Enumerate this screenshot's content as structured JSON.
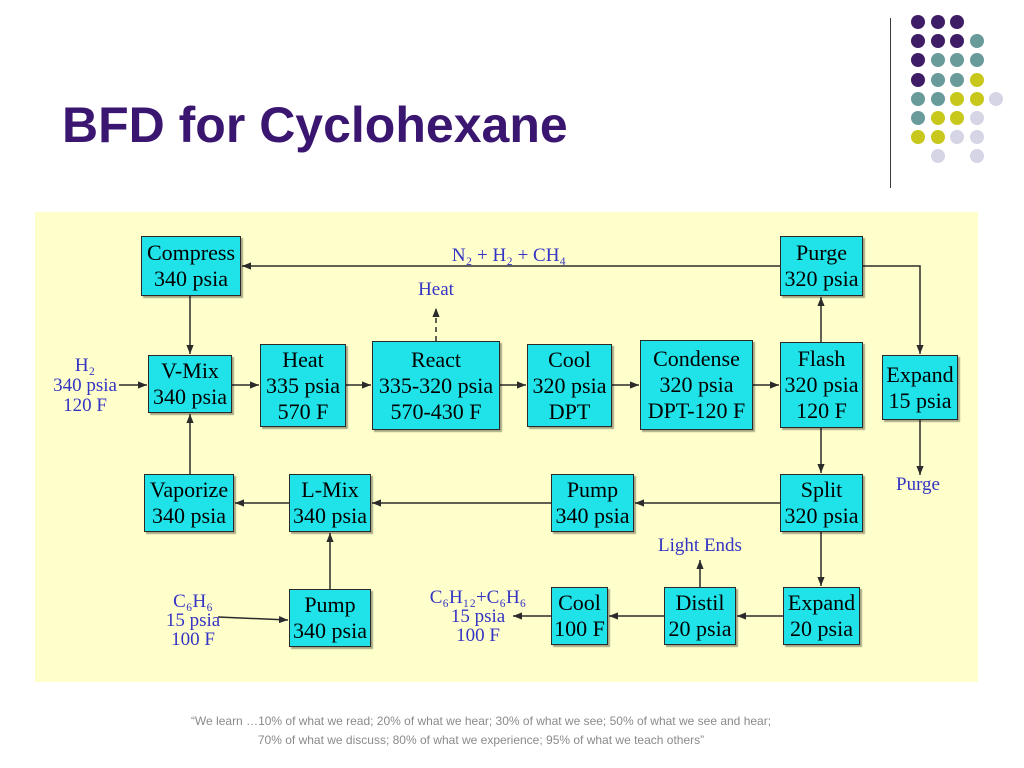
{
  "slide": {
    "title": "BFD for Cyclohexane",
    "footer": {
      "line1": "“We learn …10% of what we read; 20% of what we hear; 30% of what we see; 50% of what we see and hear;",
      "line2": "70% of what we discuss; 80% of what we experience; 95% of what we teach others”"
    }
  },
  "colors": {
    "title": "#3a1670",
    "diagram_background": "#ffffcc",
    "block_fill": "#1fe3e8",
    "block_border": "#2a2a2a",
    "stream_label": "#3434c4",
    "arrow": "#2b2b2b",
    "footer_text": "#8a8a8a",
    "dot_purple": "#3e1c66",
    "dot_teal": "#6a9b9b",
    "dot_olive": "#c8c81c",
    "dot_lavender": "#d5d5e6"
  },
  "diagram": {
    "blocks": {
      "compress": {
        "name": "Compress",
        "pressure": "340 psia"
      },
      "purge": {
        "name": "Purge",
        "pressure": "320 psia"
      },
      "v_mix": {
        "name": "V-Mix",
        "pressure": "340 psia"
      },
      "heat": {
        "name": "Heat",
        "pressure": "335 psia",
        "temperature": "570 F"
      },
      "react": {
        "name": "React",
        "pressure": "335-320 psia",
        "temperature": "570-430 F"
      },
      "cool_reactor_effluent": {
        "name": "Cool",
        "pressure": "320 psia",
        "temperature": "DPT"
      },
      "condense": {
        "name": "Condense",
        "pressure": "320 psia",
        "temperature": "DPT-120 F"
      },
      "flash": {
        "name": "Flash",
        "pressure": "320 psia",
        "temperature": "120 F"
      },
      "expand_purge": {
        "name": "Expand",
        "pressure": "15 psia"
      },
      "vaporize": {
        "name": "Vaporize",
        "pressure": "340 psia"
      },
      "l_mix": {
        "name": "L-Mix",
        "pressure": "340 psia"
      },
      "pump_recycle": {
        "name": "Pump",
        "pressure": "340 psia"
      },
      "split": {
        "name": "Split",
        "pressure": "320 psia"
      },
      "pump_feed": {
        "name": "Pump",
        "pressure": "340 psia"
      },
      "cool_product": {
        "name": "Cool",
        "temperature": "100 F"
      },
      "distil": {
        "name": "Distil",
        "pressure": "20 psia"
      },
      "expand_liquid": {
        "name": "Expand",
        "pressure": "20 psia"
      }
    },
    "streams": {
      "recycle_gas": "N₂ + H₂ + CH₄",
      "reactor_heat": "Heat",
      "purge_gas": "Purge",
      "light_ends": "Light Ends",
      "hydrogen_feed": {
        "species": "H₂",
        "pressure": "340 psia",
        "temperature": "120 F"
      },
      "benzene_feed": {
        "species": "C₆H₆",
        "pressure": "15 psia",
        "temperature": "100 F"
      },
      "product": {
        "species": "C₆H₁₂+C₆H₆",
        "pressure": "15 psia",
        "temperature": "100 F"
      }
    }
  }
}
